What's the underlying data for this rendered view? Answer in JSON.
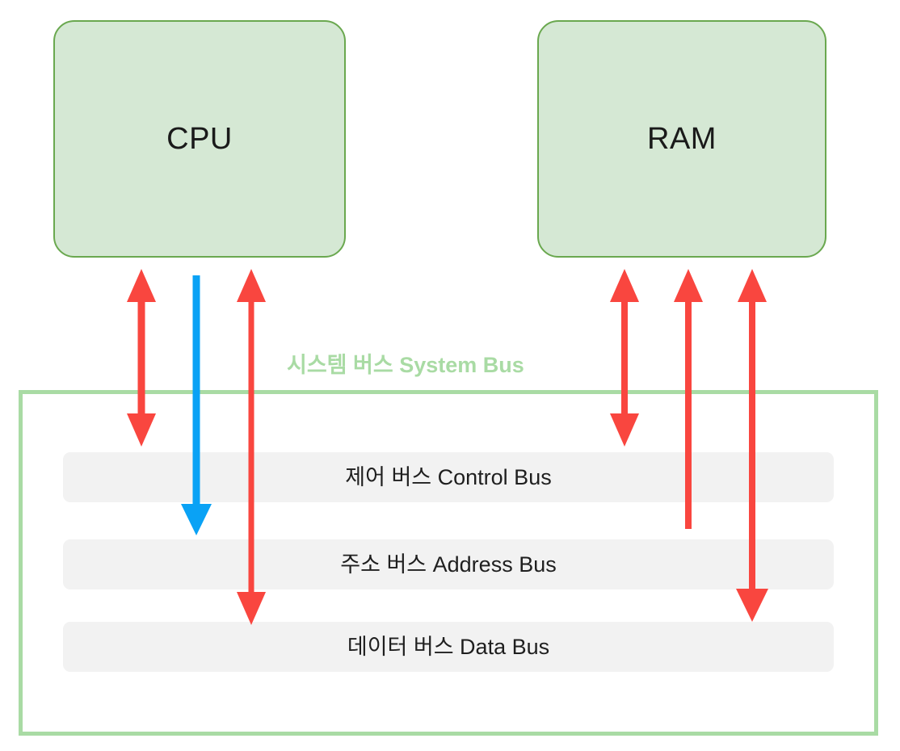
{
  "diagram": {
    "title_visible": false,
    "background_color": "#ffffff",
    "components": [
      {
        "id": "cpu",
        "label": "CPU",
        "fill": "#d5e8d4",
        "stroke": "#6aa84f"
      },
      {
        "id": "ram",
        "label": "RAM",
        "fill": "#d5e8d4",
        "stroke": "#6aa84f"
      }
    ],
    "system_bus": {
      "label": "시스템 버스 System Bus",
      "label_color": "#a9dba4",
      "border_color": "#a9dba4",
      "lanes": [
        {
          "id": "control",
          "label": "제어 버스 Control Bus",
          "fill": "#f2f2f2"
        },
        {
          "id": "address",
          "label": "주소 버스 Address Bus",
          "fill": "#f2f2f2"
        },
        {
          "id": "data",
          "label": "데이터 버스 Data Bus",
          "fill": "#f2f2f2"
        }
      ]
    },
    "connections": [
      {
        "id": "cpu-control",
        "from": "cpu",
        "to": "control",
        "direction": "bidirectional",
        "color": "#f9463f"
      },
      {
        "id": "cpu-address",
        "from": "cpu",
        "to": "address",
        "direction": "down",
        "color": "#0aa2f5"
      },
      {
        "id": "cpu-data",
        "from": "cpu",
        "to": "data",
        "direction": "bidirectional",
        "color": "#f9463f"
      },
      {
        "id": "ram-control",
        "from": "ram",
        "to": "control",
        "direction": "bidirectional",
        "color": "#f9463f"
      },
      {
        "id": "address-ram",
        "from": "address",
        "to": "ram",
        "direction": "up",
        "color": "#f9463f"
      },
      {
        "id": "ram-data",
        "from": "ram",
        "to": "data",
        "direction": "bidirectional",
        "color": "#f9463f"
      }
    ],
    "colors": {
      "component_fill": "#d5e8d4",
      "component_stroke": "#6aa84f",
      "bus_container": "#a9dba4",
      "lane_fill": "#f2f2f2",
      "arrow_red": "#f9463f",
      "arrow_blue": "#0aa2f5",
      "text": "#1f1f1f"
    }
  }
}
